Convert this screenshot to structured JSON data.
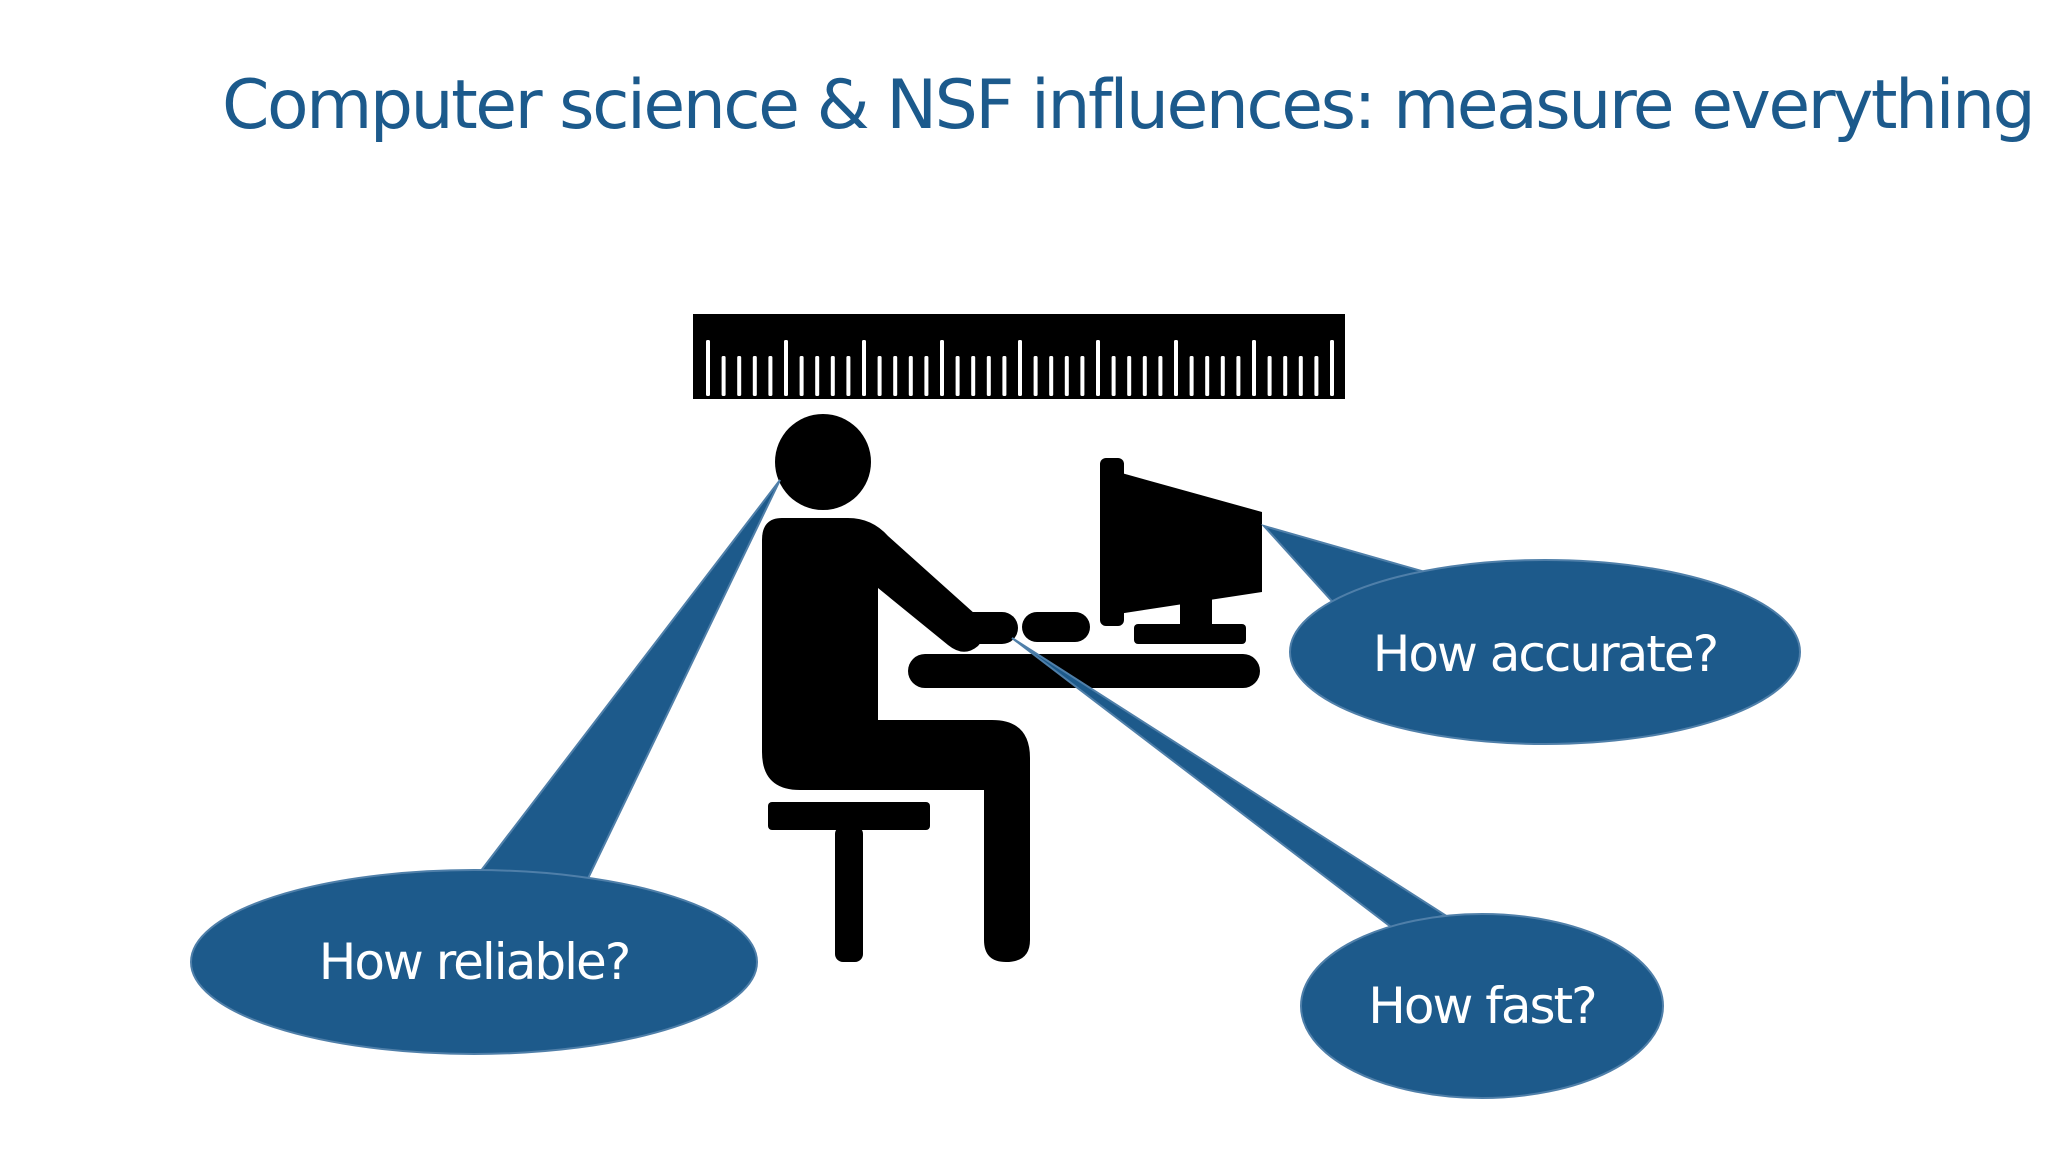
{
  "slide": {
    "title": "Computer science & NSF influences: measure everything"
  },
  "bubbles": {
    "accurate": "How accurate?",
    "reliable": "How reliable?",
    "fast": "How fast?"
  },
  "colors": {
    "title": "#1c5a8c",
    "bubble_fill": "#1d5a8b",
    "bubble_stroke": "#4f7fa9",
    "silhouette": "#000000",
    "background": "#ffffff"
  },
  "icons": [
    "ruler-icon",
    "person-at-computer-icon"
  ]
}
